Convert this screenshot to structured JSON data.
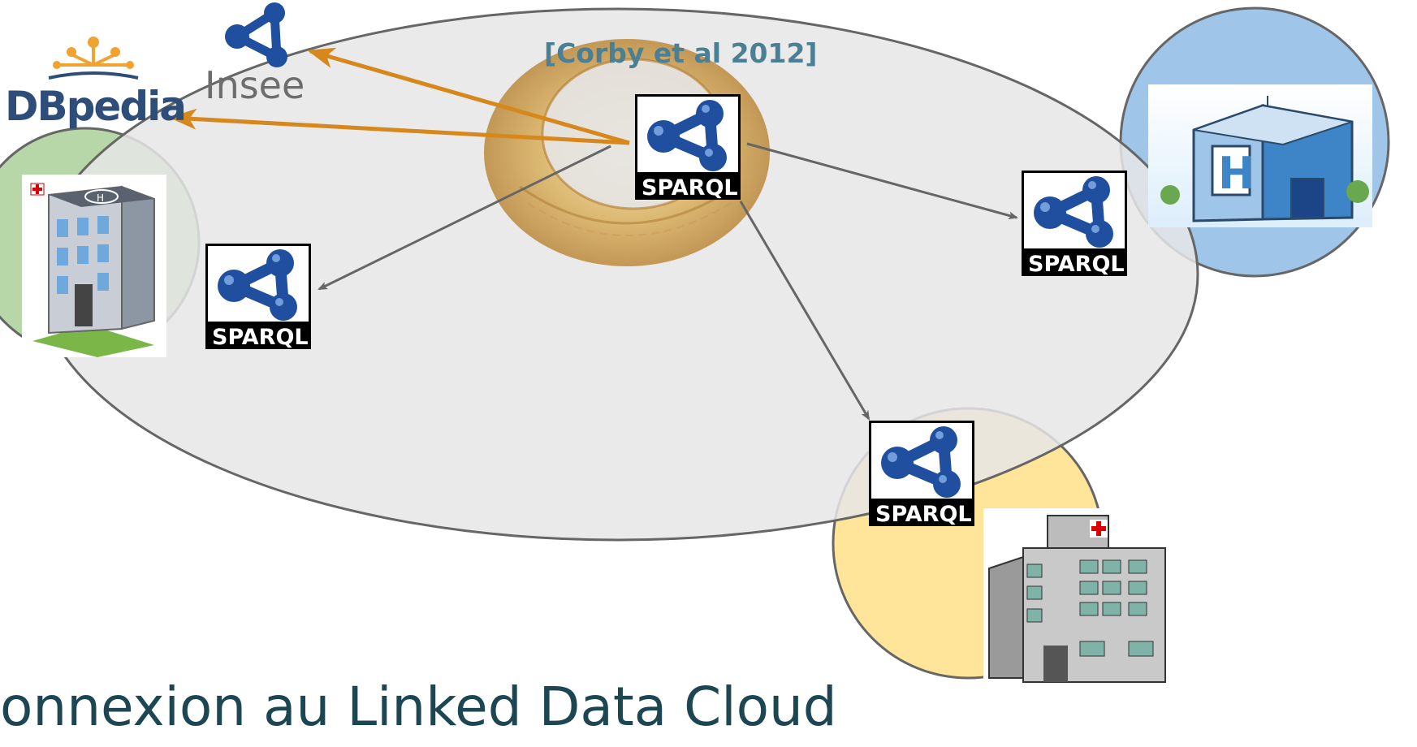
{
  "citation": "[Corby et al 2012]",
  "title": "onnexion au Linked Data Cloud",
  "logos": {
    "insee": "Insee",
    "dbpedia": "DBpedia"
  },
  "endpoints": [
    {
      "id": "central",
      "label": "SPARQL"
    },
    {
      "id": "left",
      "label": "SPARQL"
    },
    {
      "id": "right",
      "label": "SPARQL"
    },
    {
      "id": "bottom",
      "label": "SPARQL"
    }
  ],
  "hospitals": [
    {
      "id": "hospital-left",
      "bg": "#b7d7a8"
    },
    {
      "id": "hospital-right",
      "bg": "#9fc5e8"
    },
    {
      "id": "hospital-bottom",
      "bg": "#ffe599"
    }
  ],
  "colors": {
    "cloud": "#e6e6e6",
    "outline": "#666666",
    "external_arrow": "#d6881c",
    "internal_arrow": "#666666",
    "sparql_blue": "#1f4f9e",
    "ring": "#d4a94a"
  }
}
